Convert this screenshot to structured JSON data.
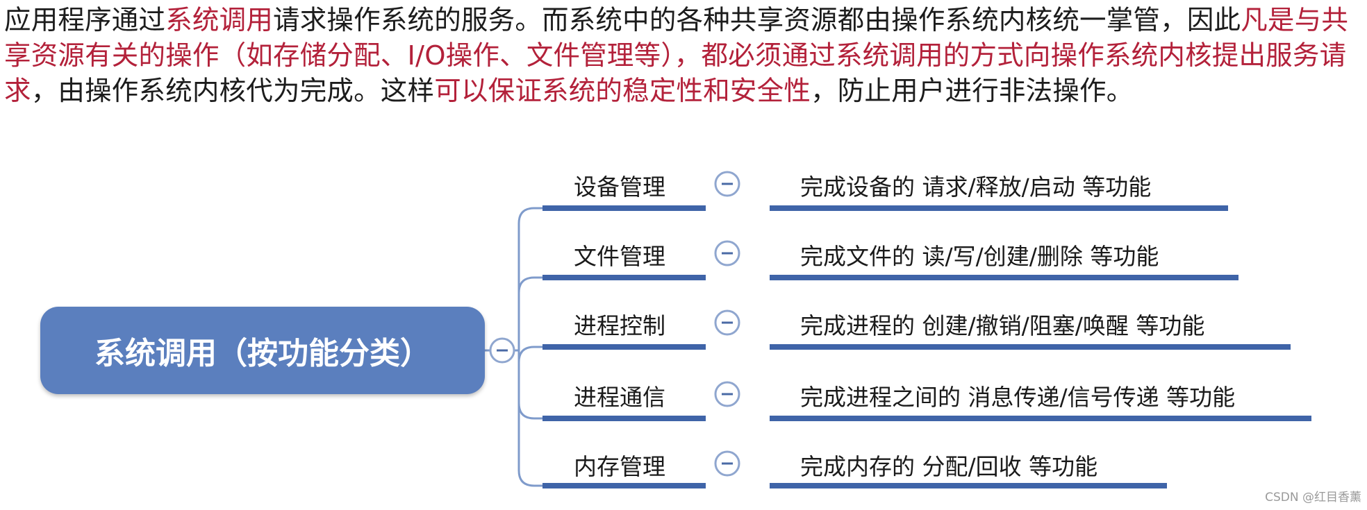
{
  "intro": [
    {
      "text": "应用程序通过",
      "hl": false
    },
    {
      "text": "系统调用",
      "hl": true
    },
    {
      "text": "请求操作系统的服务。而系统中的各种共享资源都由操作系统内核统一掌管，因此",
      "hl": false
    },
    {
      "text": "凡是与共享资源有关的操作（如存储分配、I/O操作、文件管理等），都必须通过系统调用的方式向操作系统内核提出服务请求",
      "hl": true
    },
    {
      "text": "，由操作系统内核代为完成。这样",
      "hl": false
    },
    {
      "text": "可以保证系统的稳定性和安全性",
      "hl": true
    },
    {
      "text": "，防止用户进行非法操作。",
      "hl": false
    }
  ],
  "diagram": {
    "root": "系统调用（按功能分类）",
    "branches": [
      {
        "label": "设备管理",
        "desc": "完成设备的 请求/释放/启动 等功能"
      },
      {
        "label": "文件管理",
        "desc": "完成文件的 读/写/创建/删除 等功能"
      },
      {
        "label": "进程控制",
        "desc": "完成进程的 创建/撤销/阻塞/唤醒 等功能"
      },
      {
        "label": "进程通信",
        "desc": "完成进程之间的 消息传递/信号传递 等功能"
      },
      {
        "label": "内存管理",
        "desc": "完成内存的 分配/回收 等功能"
      }
    ]
  },
  "colors": {
    "highlight": "#b3213a",
    "root_fill": "#5b7fbe",
    "line": "#3f64a8",
    "connector": "#7f9bcb"
  },
  "watermark": "CSDN @红目香薰"
}
